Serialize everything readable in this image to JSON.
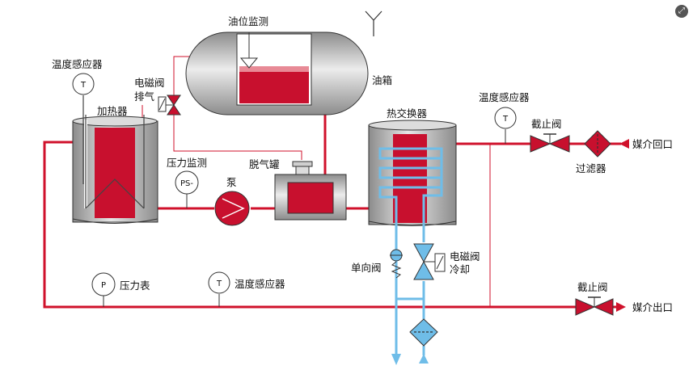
{
  "labels": {
    "oil_level": "油位监测",
    "oil_tank": "油箱",
    "temp_sensor_heater": "温度感应器",
    "solenoid_vent_line1": "电磁阀",
    "solenoid_vent_line2": "排气",
    "heater": "加热器",
    "pressure_monitor": "压力监测",
    "degas_tank": "脱气罐",
    "pump": "泵",
    "heat_exchanger": "热交换器",
    "temp_sensor_return": "温度感应器",
    "stop_valve_return": "截止阀",
    "medium_return": "媒介回口",
    "filter": "过滤器",
    "check_valve": "单向阀",
    "solenoid_cool_line1": "电磁阀",
    "solenoid_cool_line2": "冷却",
    "pressure_gauge": "压力表",
    "temp_sensor_bottom": "温度感应器",
    "stop_valve_outlet": "截止阀",
    "medium_outlet": "媒介出口"
  },
  "symbols": {
    "t": "T",
    "p": "P",
    "ps": "PS-"
  },
  "icons": {
    "corner": "expand-icon",
    "corner_glyph": "⤢"
  },
  "colors": {
    "pipe_red": "#d0112b",
    "water_blue": "#6fbde8",
    "vessel_gray": "#a9a9a9",
    "fill_red": "#c8102e",
    "text": "#111111"
  }
}
